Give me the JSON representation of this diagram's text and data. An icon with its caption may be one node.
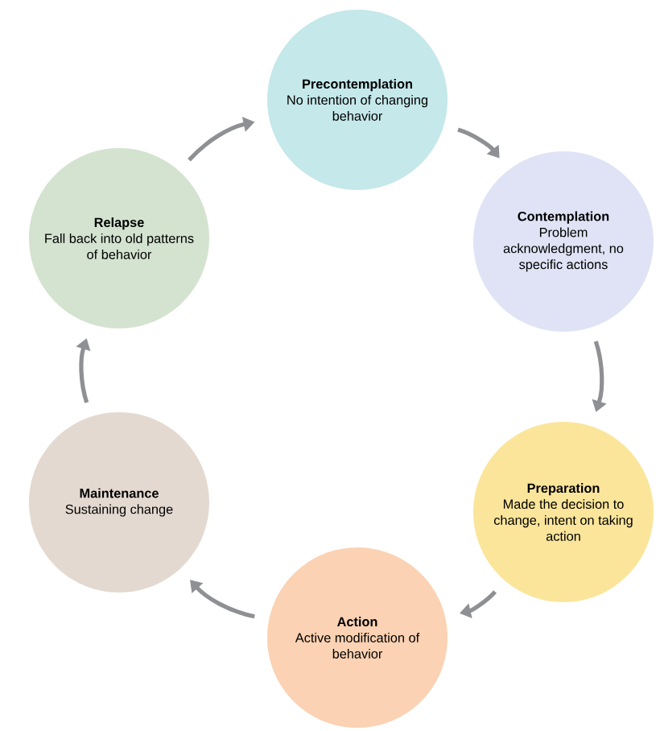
{
  "diagram": {
    "nodes": [
      {
        "text": [
          "Precontemplation",
          "No intention of changing behavior"
        ]
      },
      {
        "text": [
          "Contemplation",
          "Problem acknowledgment, no specific actions"
        ]
      },
      {
        "text": [
          "Preparation",
          "Made the decision to change, intent on taking action"
        ]
      },
      {
        "text": [
          "Action",
          "Active modification of behavior"
        ]
      },
      {
        "text": [
          "Maintenance",
          "Sustaining change"
        ]
      },
      {
        "text": [
          "Relapse",
          "Fall back into old patterns of behavior"
        ]
      }
    ],
    "edges": [
      {
        "from": 5,
        "to": 0,
        "arrow": "to"
      },
      {
        "from": 0,
        "to": 1,
        "arrow": "to"
      },
      {
        "from": 1,
        "to": 2,
        "arrow": "to"
      },
      {
        "from": 2,
        "to": 3,
        "arrow": "to"
      },
      {
        "from": 3,
        "to": 4,
        "arrow": "to"
      },
      {
        "from": 4,
        "to": 5,
        "arrow": "to"
      }
    ]
  }
}
